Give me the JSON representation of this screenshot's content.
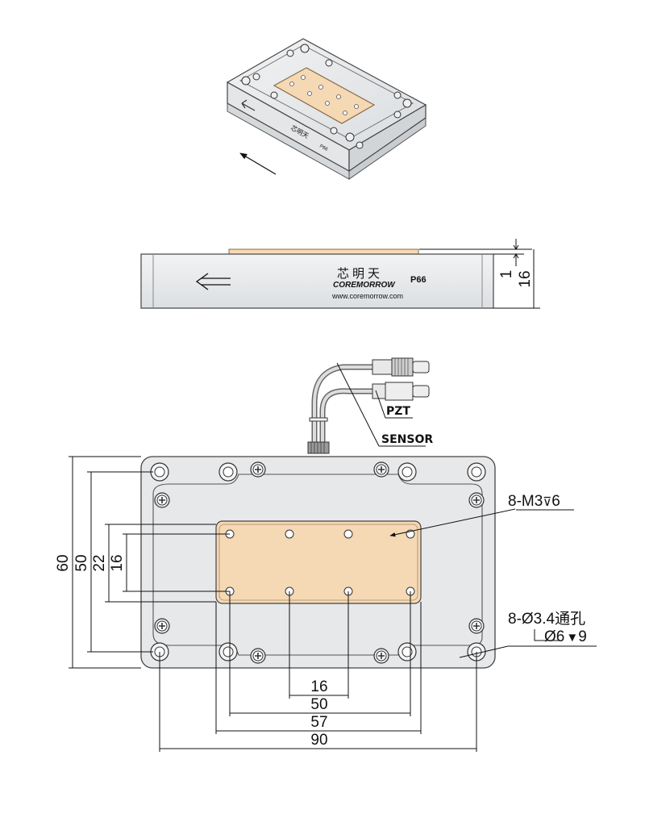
{
  "top_view": {
    "brand_cn": "芯明天",
    "model": "P66"
  },
  "side_view": {
    "brand_cn": "芯明天",
    "brand_en": "COREMORROW",
    "website": "www.coremorrow.com",
    "model": "P66",
    "dims": [
      "1",
      "16"
    ]
  },
  "cables": {
    "pzt": "PZT",
    "sensor": "SENSOR"
  },
  "plan_view": {
    "callout_threads": "8-M3",
    "callout_threads_depth": "6",
    "callout_holes": "8-Ø3.4通孔",
    "callout_cbore": "Ø6",
    "callout_cbore_depth": "9",
    "dims_vertical": [
      "60",
      "50",
      "22",
      "16"
    ],
    "dims_horizontal": [
      "16",
      "50",
      "57",
      "90"
    ]
  },
  "colors": {
    "stage_body": "#e6e8ea",
    "mirror_pad": "#f5d8b4",
    "outline": "#444444"
  }
}
